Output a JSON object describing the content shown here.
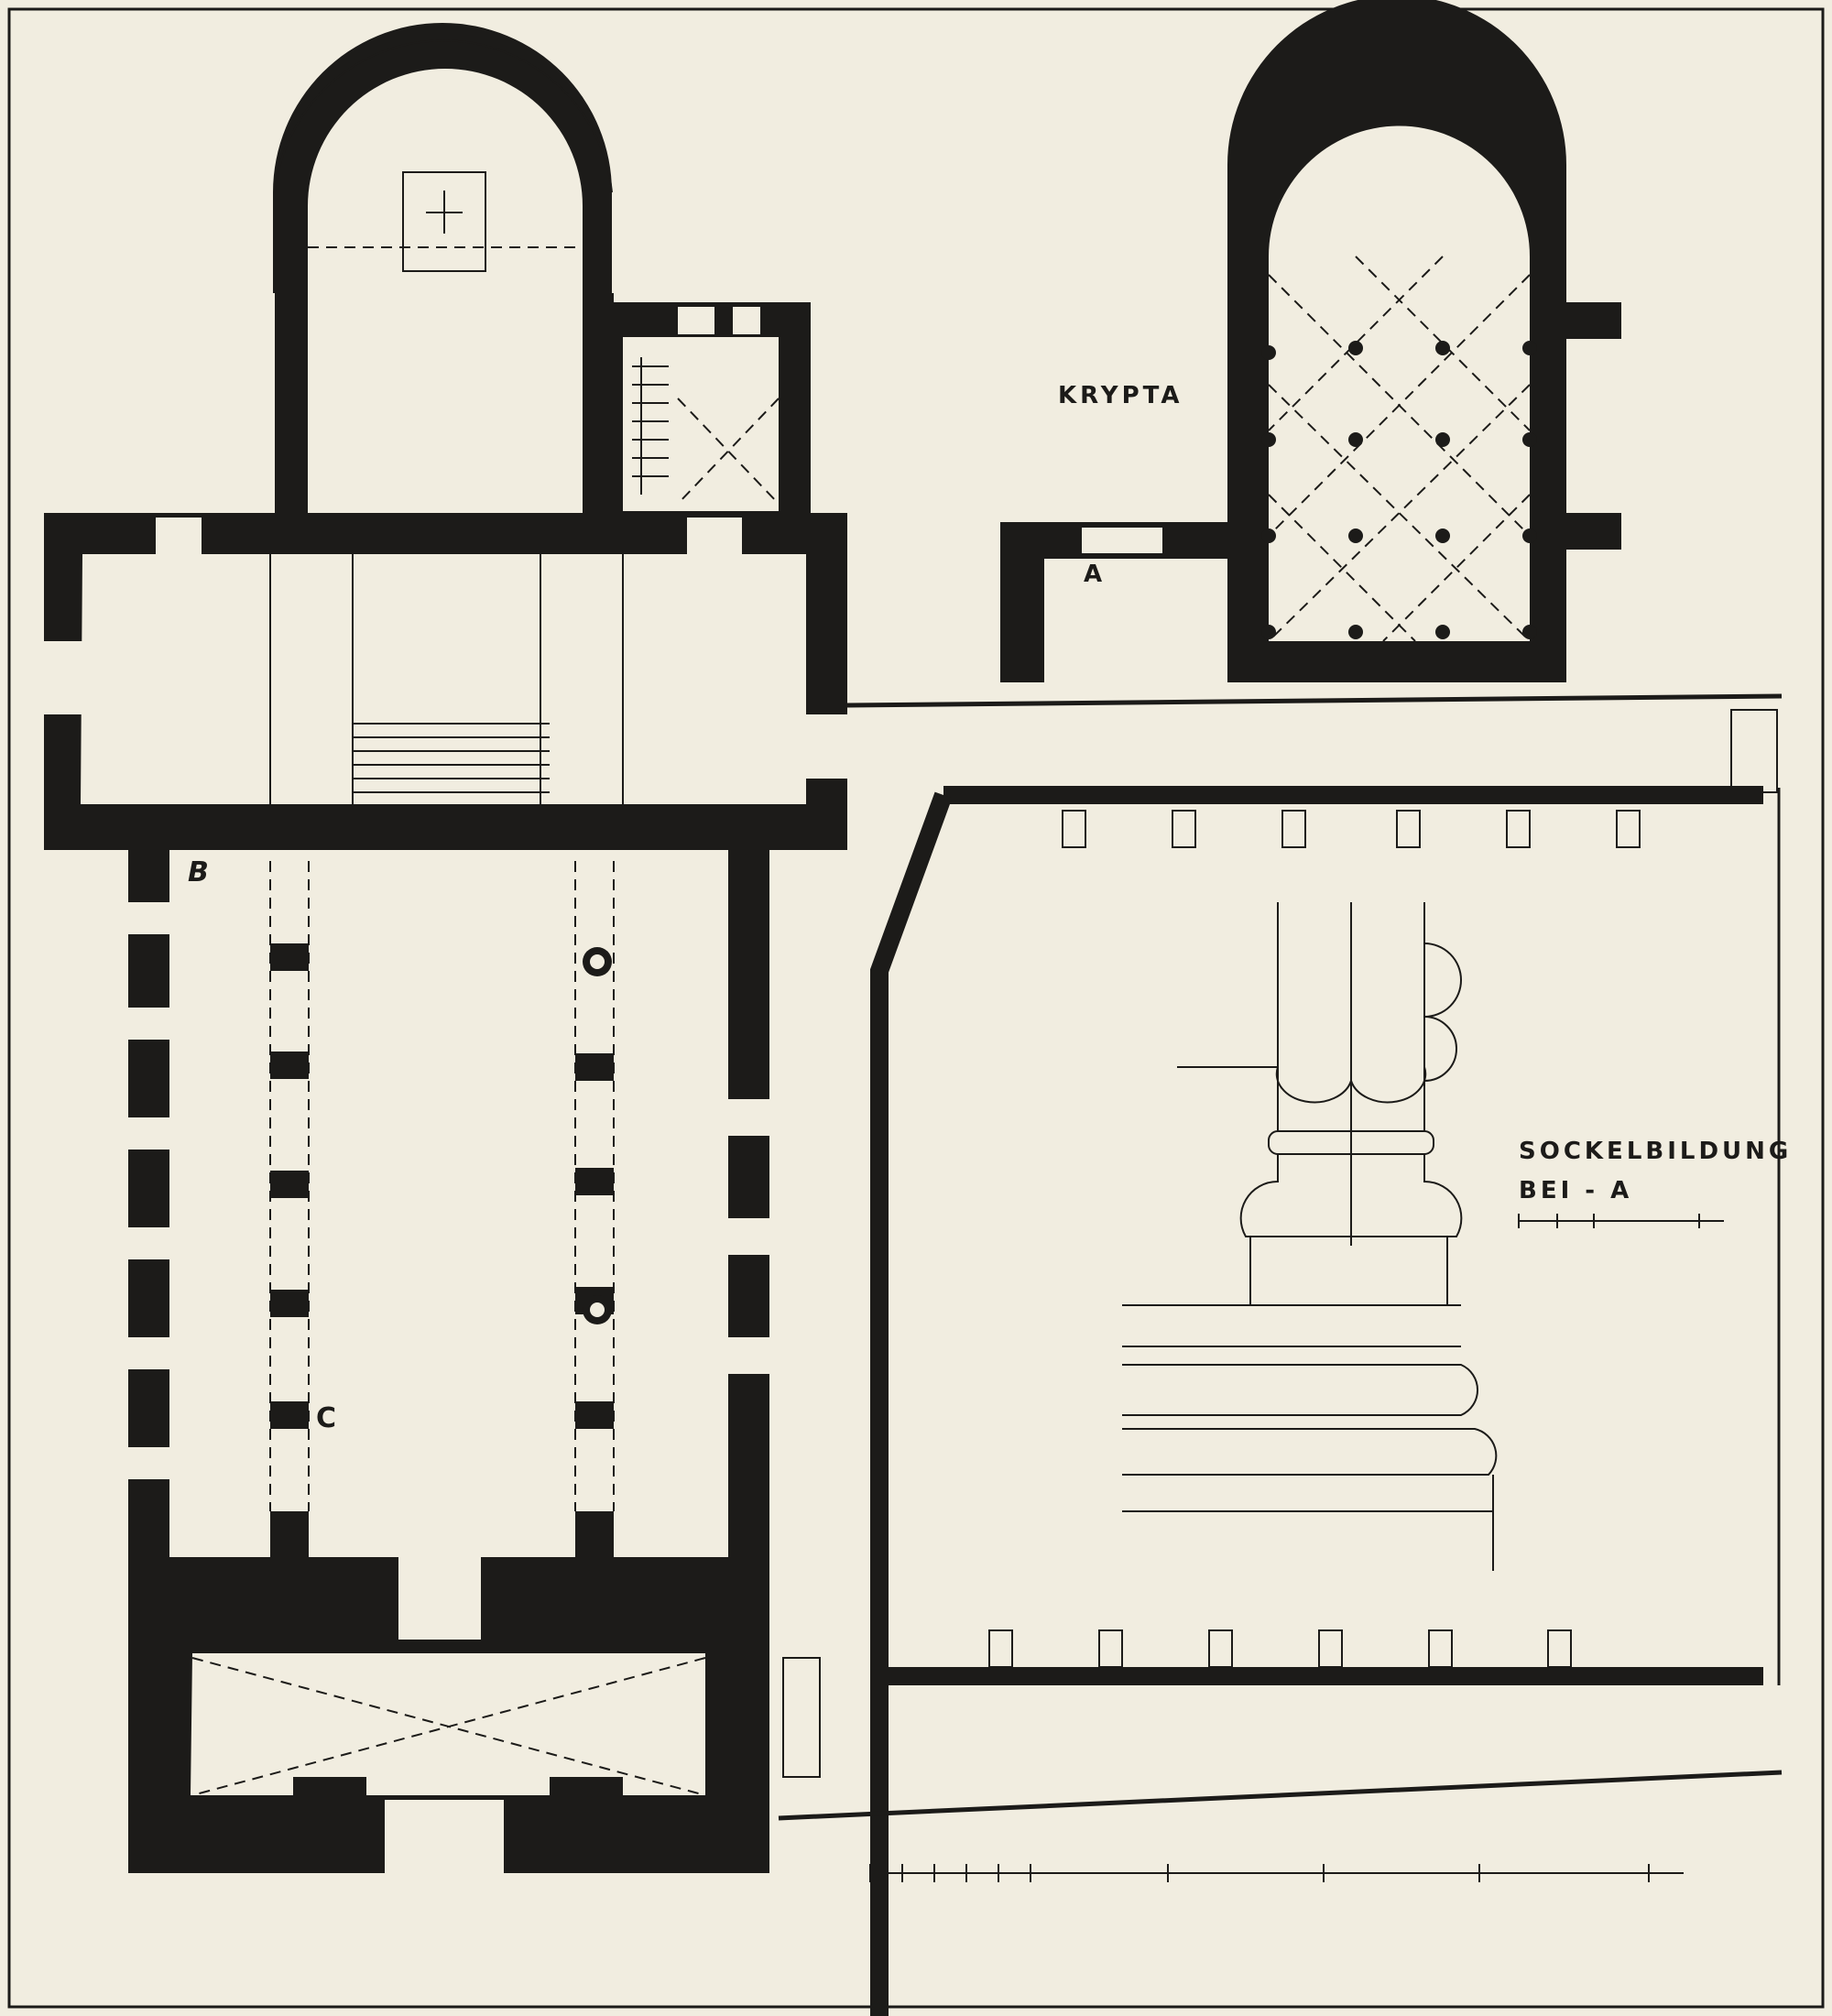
{
  "labels": {
    "krypta": "KRYPTA",
    "sockel_line1": "SOCKELBILDUNG",
    "sockel_line2": "BEI - A",
    "marker_a": "A",
    "marker_b": "B",
    "marker_c": "C"
  },
  "colors": {
    "paper": "#f1ede0",
    "ink": "#1c1b19"
  }
}
